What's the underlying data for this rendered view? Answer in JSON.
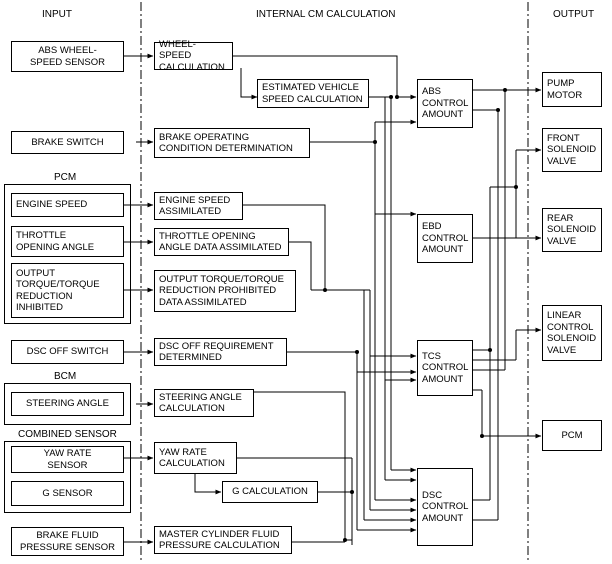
{
  "columns": {
    "input": "INPUT",
    "internal": "INTERNAL CM CALCULATION",
    "output": "OUTPUT"
  },
  "groups": {
    "pcm": "PCM",
    "bcm": "BCM",
    "combined_sensor": "COMBINED SENSOR"
  },
  "inputs": {
    "abs_wheel_speed_sensor": "ABS WHEEL-\nSPEED SENSOR",
    "brake_switch": "BRAKE SWITCH",
    "engine_speed": "ENGINE SPEED",
    "throttle_opening_angle": "THROTTLE\nOPENING ANGLE",
    "output_torque_inhibited": "OUTPUT\nTORQUE/TORQUE\nREDUCTION\nINHIBITED",
    "dsc_off_switch": "DSC OFF SWITCH",
    "steering_angle": "STEERING ANGLE",
    "yaw_rate_sensor": "YAW RATE\nSENSOR",
    "g_sensor": "G SENSOR",
    "brake_fluid_pressure_sensor": "BRAKE FLUID\nPRESSURE SENSOR"
  },
  "calculations": {
    "wheel_speed_calc": "WHEEL-SPEED\nCALCULATION",
    "estimated_vehicle_speed_calc": "ESTIMATED VEHICLE\nSPEED CALCULATION",
    "brake_operating_condition": "BRAKE OPERATING\nCONDITION DETERMINATION",
    "engine_speed_assimilated": "ENGINE SPEED\nASSIMILATED",
    "throttle_data_assimilated": "THROTTLE OPENING\nANGLE DATA ASSIMILATED",
    "torque_data_assimilated": "OUTPUT TORQUE/TORQUE\nREDUCTION PROHIBITED\nDATA ASSIMILATED",
    "dsc_off_requirement": "DSC OFF REQUIREMENT\nDETERMINED",
    "steering_angle_calc": "STEERING ANGLE\nCALCULATION",
    "yaw_rate_calc": "YAW RATE\nCALCULATION",
    "g_calc": "G CALCULATION",
    "master_cylinder_calc": "MASTER CYLINDER FLUID\nPRESSURE CALCULATION"
  },
  "control_amounts": {
    "abs": "ABS\nCONTROL\nAMOUNT",
    "ebd": "EBD\nCONTROL\nAMOUNT",
    "tcs": "TCS\nCONTROL\nAMOUNT",
    "dsc": "DSC\nCONTROL\nAMOUNT"
  },
  "outputs": {
    "pump_motor": "PUMP\nMOTOR",
    "front_solenoid_valve": "FRONT\nSOLENOID\nVALVE",
    "rear_solenoid_valve": "REAR\nSOLENOID\nVALVE",
    "linear_control_solenoid_valve": "LINEAR\nCONTROL\nSOLENOID\nVALVE",
    "pcm": "PCM"
  }
}
